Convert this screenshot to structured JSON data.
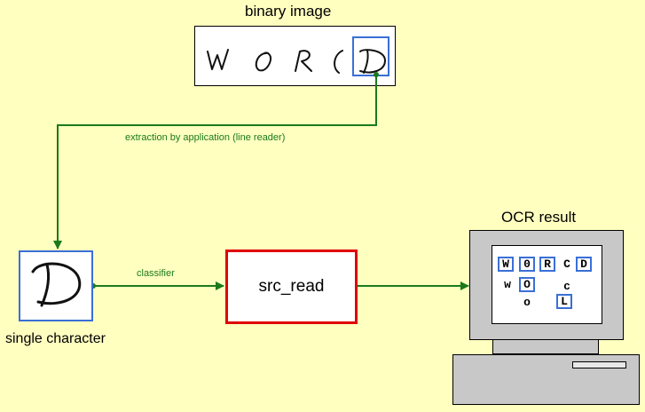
{
  "titles": {
    "binary_image": "binary image",
    "single_character": "single character",
    "ocr_result": "OCR result"
  },
  "labels": {
    "extraction": "extraction by application (line reader)",
    "classifier": "classifier"
  },
  "process": {
    "name": "src_read"
  },
  "binary_image": {
    "handwritten_text": "WORCD"
  },
  "ocr": {
    "top_row": [
      "W",
      "0",
      "R",
      "C",
      "D"
    ],
    "second_row": [
      "w",
      "O",
      "c"
    ],
    "third_row": [
      "o",
      "L"
    ]
  },
  "colors": {
    "background": "#ffffc0",
    "arrow": "#1a7a1a",
    "highlight_box": "#3a6fd6",
    "process_border": "#e00000"
  }
}
